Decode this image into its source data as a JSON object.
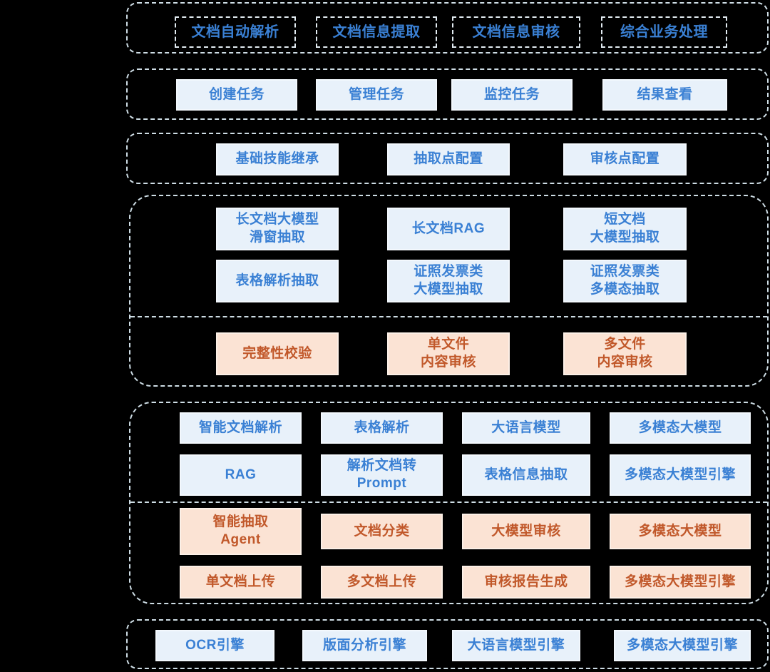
{
  "colors": {
    "background": "#000000",
    "container_border": "#CEDDE5",
    "outline_border": "#E2EBF1",
    "blue_fill": "#E8F1FA",
    "blue_border": "#F3F8FD",
    "blue_text": "#3A80D4",
    "orange_fill": "#FBE3D4",
    "orange_border": "#FCF0E7",
    "orange_text": "#C1582A"
  },
  "layers": {
    "portal": {
      "items": [
        "文档自动解析",
        "文档信息提取",
        "文档信息审核",
        "综合业务处理"
      ]
    },
    "tasks": {
      "items": [
        "创建任务",
        "管理任务",
        "监控任务",
        "结果查看"
      ]
    },
    "config": {
      "items": [
        "基础技能继承",
        "抽取点配置",
        "审核点配置"
      ]
    },
    "extraction": {
      "blue_rows": [
        [
          "长文档大模型\n滑窗抽取",
          "长文档RAG",
          "短文档\n大模型抽取"
        ],
        [
          "表格解析抽取",
          "证照发票类\n大模型抽取",
          "证照发票类\n多模态抽取"
        ]
      ],
      "orange_row": [
        "完整性校验",
        "单文件\n内容审核",
        "多文件\n内容审核"
      ]
    },
    "capability": {
      "blue_rows": [
        [
          "智能文档解析",
          "表格解析",
          "大语言模型",
          "多模态大模型"
        ],
        [
          "RAG",
          "解析文档转\nPrompt",
          "表格信息抽取",
          "多模态大模型引擎"
        ]
      ],
      "orange_rows": [
        [
          "智能抽取\nAgent",
          "文档分类",
          "大模型审核",
          "多模态大模型"
        ],
        [
          "单文档上传",
          "多文档上传",
          "审核报告生成",
          "多模态大模型引擎"
        ]
      ]
    },
    "engines": {
      "items": [
        "OCR引擎",
        "版面分析引擎",
        "大语言模型引擎",
        "多模态大模型引擎"
      ]
    }
  }
}
